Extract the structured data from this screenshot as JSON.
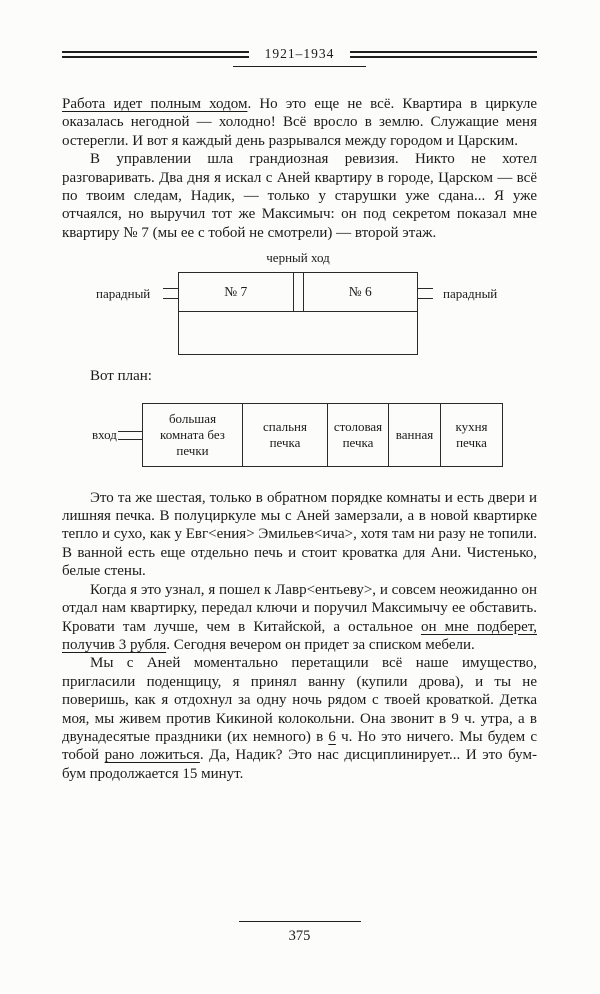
{
  "header": {
    "title": "1921–1934"
  },
  "paragraphs_top": [
    {
      "indent": false,
      "segments": [
        {
          "t": "Работа идет полным ходом",
          "u": true
        },
        {
          "t": ". Но это еще не всё. Квартира в циркуле оказалась негодной — холодно! Всё вросло в землю. Служащие меня остерегли. И вот я каждый день разрывался между городом и Царским."
        }
      ]
    },
    {
      "indent": true,
      "segments": [
        {
          "t": "В управлении шла грандиозная ревизия. Никто не хотел разговаривать. Два дня я искал с Аней квартиру в городе, Царском — всё по твоим следам, Надик, — только у старушки уже сдана... Я уже отчаялся, но выручил тот же Максимыч: он под секретом показал мне квартиру № 7 (мы ее с тобой не смотрели) — второй этаж."
        }
      ]
    }
  ],
  "diagram1": {
    "top_label": "черный ход",
    "left_label": "парадный",
    "right_label": "парадный",
    "room_left": "№ 7",
    "room_right": "№ 6"
  },
  "plan_intro": "Вот план:",
  "diagram2": {
    "entrance_label": "вход",
    "rooms": [
      "большая комната без печки",
      "спальня печка",
      "столовая печка",
      "ванная",
      "кухня печка"
    ]
  },
  "paragraphs_bottom": [
    {
      "indent": true,
      "segments": [
        {
          "t": "Это та же шестая, только в обратном порядке комнаты и есть двери и лишняя печка. В полуциркуле мы с Аней замерзали, а в новой квартирке тепло и сухо, как у Евг<ения> Эмильев<ича>, хотя там ни разу не топили. В ванной есть еще отдельно печь и стоит кроватка для Ани. Чистенько, белые стены."
        }
      ]
    },
    {
      "indent": true,
      "segments": [
        {
          "t": "Когда я это узнал, я пошел к Лавр<ентьеву>, и совсем неожиданно он отдал нам квартирку, передал ключи и поручил Максимычу ее обставить. Кровати там лучше, чем в Китайской, а остальное "
        },
        {
          "t": "он мне подберет, получив 3 рубля",
          "u": true
        },
        {
          "t": ". Сегодня вечером он придет за списком мебели."
        }
      ]
    },
    {
      "indent": true,
      "segments": [
        {
          "t": "Мы с Аней моментально перетащили всё наше имущество, пригласили поденщицу, я принял ванну (купили дрова), и ты не поверишь, как я отдохнул за одну ночь рядом с твоей кроваткой. Детка моя, мы живем против Кикиной колокольни. Она звонит в 9 ч. утра, а в двунадесятые праздники (их немного) в "
        },
        {
          "t": "6",
          "u": true
        },
        {
          "t": " ч. Но это ничего. Мы будем с тобой "
        },
        {
          "t": "рано ложиться",
          "u": true
        },
        {
          "t": ". Да, Надик? Это нас дисциплинирует... И это бум-бум продолжается 15 минут."
        }
      ]
    }
  ],
  "footer": {
    "page_number": "375"
  }
}
